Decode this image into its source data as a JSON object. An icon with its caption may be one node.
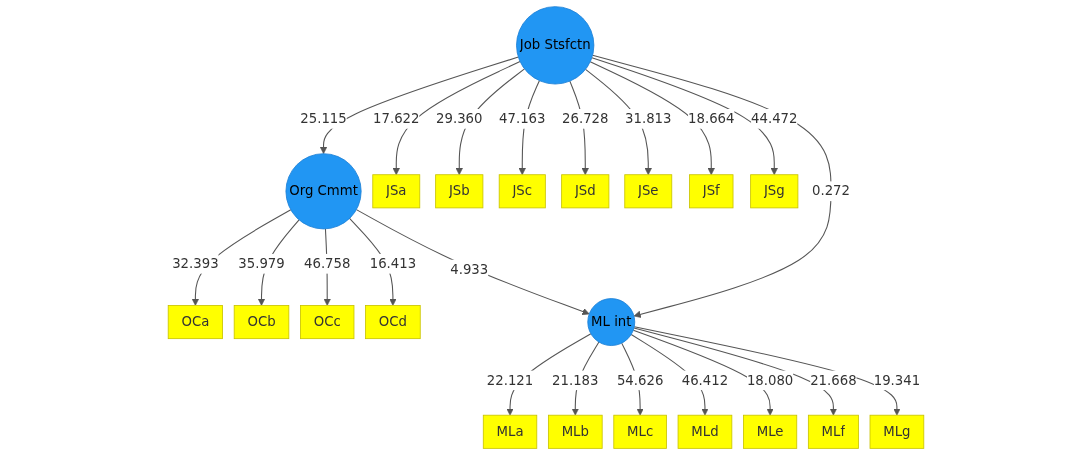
{
  "diagram": {
    "nodes": [
      {
        "text": [
          "OCa"
        ]
      },
      {
        "text": [
          "OCb"
        ]
      },
      {
        "text": [
          "OCc"
        ]
      },
      {
        "text": [
          "OCd"
        ]
      },
      {
        "text": [
          "Org Cmmt"
        ]
      },
      {
        "text": [
          "JSa"
        ]
      },
      {
        "text": [
          "JSb"
        ]
      },
      {
        "text": [
          "JSc"
        ]
      },
      {
        "text": [
          "JSd"
        ]
      },
      {
        "text": [
          "JSe"
        ]
      },
      {
        "text": [
          "JSf"
        ]
      },
      {
        "text": [
          "JSg"
        ]
      },
      {
        "text": [
          "Job Stsfctn"
        ]
      },
      {
        "text": [
          "ML int"
        ]
      },
      {
        "text": [
          "MLa"
        ]
      },
      {
        "text": [
          "MLb"
        ]
      },
      {
        "text": [
          "MLc"
        ]
      },
      {
        "text": [
          "MLd"
        ]
      },
      {
        "text": [
          "MLe"
        ]
      },
      {
        "text": [
          "MLf"
        ]
      },
      {
        "text": [
          "MLg"
        ]
      }
    ],
    "edges": [
      {
        "from": 4,
        "to": 0,
        "arrow": "to",
        "label": "32.393"
      },
      {
        "from": 4,
        "to": 1,
        "arrow": "to",
        "label": "35.979"
      },
      {
        "from": 4,
        "to": 2,
        "arrow": "to",
        "label": "46.758"
      },
      {
        "from": 4,
        "to": 3,
        "arrow": "to",
        "label": "16.413"
      },
      {
        "from": 12,
        "to": 4,
        "arrow": "to",
        "label": "25.115"
      },
      {
        "from": 4,
        "to": 13,
        "arrow": "to",
        "label": "4.933"
      },
      {
        "from": 12,
        "to": 13,
        "arrow": "to",
        "label": "0.272"
      },
      {
        "from": 12,
        "to": 5,
        "arrow": "to",
        "label": "17.622"
      },
      {
        "from": 12,
        "to": 6,
        "arrow": "to",
        "label": "29.360"
      },
      {
        "from": 12,
        "to": 7,
        "arrow": "to",
        "label": "47.163"
      },
      {
        "from": 12,
        "to": 8,
        "arrow": "to",
        "label": "26.728"
      },
      {
        "from": 12,
        "to": 9,
        "arrow": "to",
        "label": "31.813"
      },
      {
        "from": 12,
        "to": 10,
        "arrow": "to",
        "label": "18.664"
      },
      {
        "from": 12,
        "to": 11,
        "arrow": "to",
        "label": "44.472"
      },
      {
        "from": 13,
        "to": 14,
        "arrow": "to",
        "label": "22.121"
      },
      {
        "from": 13,
        "to": 15,
        "arrow": "to",
        "label": "21.183"
      },
      {
        "from": 13,
        "to": 16,
        "arrow": "to",
        "label": "54.626"
      },
      {
        "from": 13,
        "to": 17,
        "arrow": "to",
        "label": "46.412"
      },
      {
        "from": 13,
        "to": 18,
        "arrow": "to",
        "label": "18.080"
      },
      {
        "from": 13,
        "to": 19,
        "arrow": "to",
        "label": "21.668"
      },
      {
        "from": 13,
        "to": 20,
        "arrow": "to",
        "label": "19.341"
      }
    ]
  }
}
